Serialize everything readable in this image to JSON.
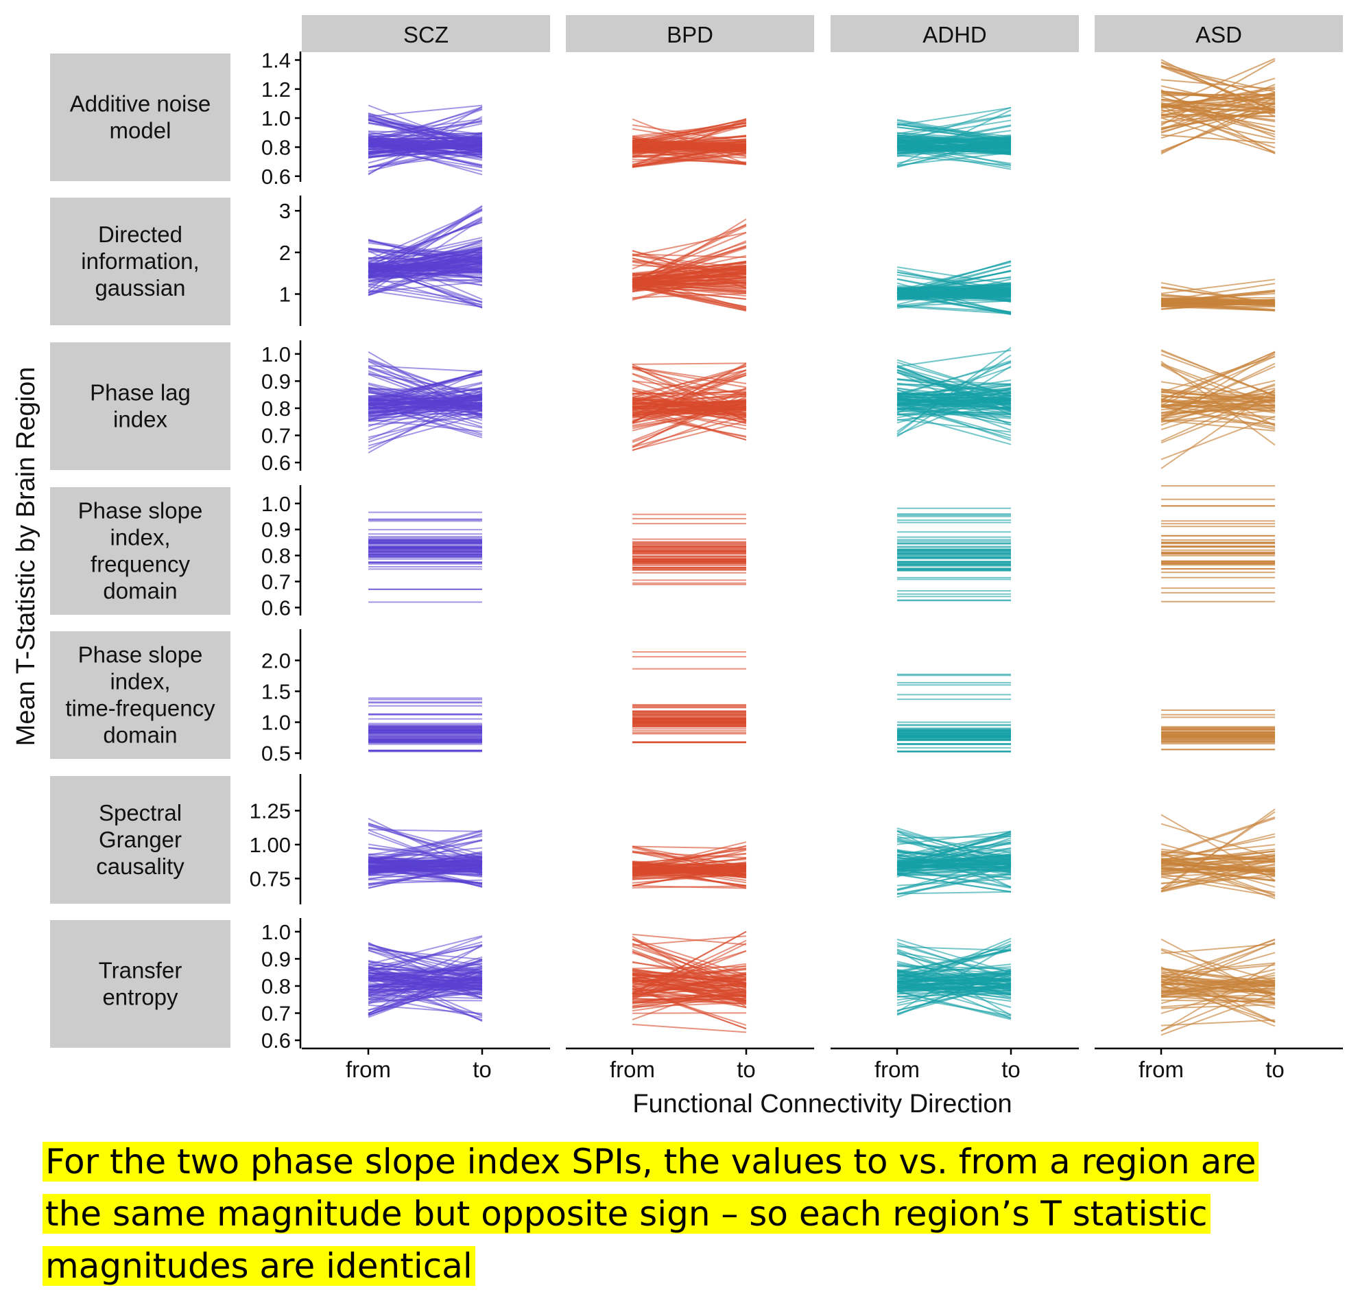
{
  "chart_data": {
    "type": "line",
    "ylabel": "Mean T-Statistic by Brain Region",
    "xlabel": "Functional Connectivity Direction",
    "x_categories": [
      "from",
      "to"
    ],
    "columns": [
      {
        "label": "SCZ",
        "color": "#5a3fd2"
      },
      {
        "label": "BPD",
        "color": "#d94a2b"
      },
      {
        "label": "ADHD",
        "color": "#15a0a6"
      },
      {
        "label": "ASD",
        "color": "#c8823a"
      }
    ],
    "rows": [
      {
        "label": [
          "Additive noise",
          "model"
        ],
        "mode": "cross",
        "ylim": [
          0.58,
          1.44
        ],
        "ticks": [
          0.6,
          0.8,
          1.0,
          1.2,
          1.4
        ],
        "tick_labels": [
          "0.6",
          "0.8",
          "1.0",
          "1.2",
          "1.4"
        ],
        "panels": [
          {
            "from_range": [
              0.61,
              1.1
            ],
            "to_range": [
              0.61,
              1.09
            ],
            "from_core": [
              0.68,
              0.95
            ],
            "to_core": [
              0.68,
              0.95
            ],
            "n": 120,
            "opacity": 0.55
          },
          {
            "from_range": [
              0.66,
              1.03
            ],
            "to_range": [
              0.68,
              1.0
            ],
            "from_core": [
              0.7,
              0.92
            ],
            "to_core": [
              0.7,
              0.92
            ],
            "n": 100,
            "opacity": 0.6
          },
          {
            "from_range": [
              0.66,
              0.99
            ],
            "to_range": [
              0.64,
              1.08
            ],
            "from_core": [
              0.7,
              0.93
            ],
            "to_core": [
              0.7,
              0.93
            ],
            "n": 100,
            "opacity": 0.6
          },
          {
            "from_range": [
              0.75,
              1.41
            ],
            "to_range": [
              0.75,
              1.41
            ],
            "from_core": [
              0.8,
              1.35
            ],
            "to_core": [
              0.8,
              1.35
            ],
            "n": 60,
            "opacity": 0.7
          }
        ]
      },
      {
        "label": [
          "Directed",
          "information,",
          "gaussian"
        ],
        "mode": "cross",
        "ylim": [
          0.3,
          3.3
        ],
        "ticks": [
          1,
          2,
          3
        ],
        "tick_labels": [
          "1",
          "2",
          "3"
        ],
        "panels": [
          {
            "from_range": [
              0.95,
              2.35
            ],
            "to_range": [
              0.65,
              3.18
            ],
            "from_core": [
              1.1,
              2.0
            ],
            "to_core": [
              0.9,
              2.6
            ],
            "n": 120,
            "opacity": 0.55
          },
          {
            "from_range": [
              0.85,
              2.05
            ],
            "to_range": [
              0.55,
              2.98
            ],
            "from_core": [
              0.95,
              1.6
            ],
            "to_core": [
              0.7,
              2.1
            ],
            "n": 100,
            "opacity": 0.6
          },
          {
            "from_range": [
              0.65,
              1.65
            ],
            "to_range": [
              0.5,
              1.82
            ],
            "from_core": [
              0.75,
              1.25
            ],
            "to_core": [
              0.6,
              1.5
            ],
            "n": 100,
            "opacity": 0.6
          },
          {
            "from_range": [
              0.62,
              1.38
            ],
            "to_range": [
              0.6,
              1.38
            ],
            "from_core": [
              0.65,
              0.95
            ],
            "to_core": [
              0.65,
              0.95
            ],
            "n": 70,
            "opacity": 0.65
          }
        ]
      },
      {
        "label": [
          "Phase lag",
          "index"
        ],
        "mode": "cross",
        "ylim": [
          0.58,
          1.04
        ],
        "ticks": [
          0.6,
          0.7,
          0.8,
          0.9,
          1.0
        ],
        "tick_labels": [
          "0.6",
          "0.7",
          "0.8",
          "0.9",
          "1.0"
        ],
        "panels": [
          {
            "from_range": [
              0.63,
              1.01
            ],
            "to_range": [
              0.69,
              0.94
            ],
            "from_core": [
              0.7,
              0.92
            ],
            "to_core": [
              0.72,
              0.92
            ],
            "n": 110,
            "opacity": 0.55
          },
          {
            "from_range": [
              0.62,
              0.97
            ],
            "to_range": [
              0.68,
              0.97
            ],
            "from_core": [
              0.7,
              0.9
            ],
            "to_core": [
              0.7,
              0.92
            ],
            "n": 100,
            "opacity": 0.6
          },
          {
            "from_range": [
              0.67,
              1.0
            ],
            "to_range": [
              0.66,
              1.03
            ],
            "from_core": [
              0.72,
              0.93
            ],
            "to_core": [
              0.7,
              0.95
            ],
            "n": 100,
            "opacity": 0.6
          },
          {
            "from_range": [
              0.56,
              1.05
            ],
            "to_range": [
              0.64,
              1.01
            ],
            "from_core": [
              0.68,
              0.95
            ],
            "to_core": [
              0.68,
              0.95
            ],
            "n": 60,
            "opacity": 0.65
          }
        ]
      },
      {
        "label": [
          "Phase slope",
          "index,",
          "frequency",
          "domain"
        ],
        "mode": "flat",
        "ylim": [
          0.58,
          1.06
        ],
        "ticks": [
          0.6,
          0.7,
          0.8,
          0.9,
          1.0
        ],
        "tick_labels": [
          "0.6",
          "0.7",
          "0.8",
          "0.9",
          "1.0"
        ],
        "panels": [
          {
            "range": [
              0.62,
              1.03
            ],
            "core": [
              0.73,
              0.92
            ],
            "n": 70,
            "opacity": 0.55
          },
          {
            "range": [
              0.68,
              1.02
            ],
            "core": [
              0.7,
              0.9
            ],
            "n": 60,
            "opacity": 0.6
          },
          {
            "range": [
              0.61,
              0.99
            ],
            "core": [
              0.67,
              0.92
            ],
            "n": 60,
            "opacity": 0.6
          },
          {
            "range": [
              0.62,
              1.07
            ],
            "core": [
              0.68,
              0.98
            ],
            "n": 40,
            "opacity": 0.7
          }
        ]
      },
      {
        "label": [
          "Phase slope",
          "index,",
          "time-frequency",
          "domain"
        ],
        "mode": "flat",
        "ylim": [
          0.44,
          2.46
        ],
        "ticks": [
          0.5,
          1.0,
          1.5,
          2.0
        ],
        "tick_labels": [
          "0.5",
          "1.0",
          "1.5",
          "2.0"
        ],
        "panels": [
          {
            "range": [
              0.52,
              1.47
            ],
            "core": [
              0.55,
              1.1
            ],
            "n": 70,
            "opacity": 0.55
          },
          {
            "range": [
              0.67,
              2.32
            ],
            "core": [
              0.68,
              1.4
            ],
            "n": 60,
            "opacity": 0.6
          },
          {
            "range": [
              0.52,
              1.78
            ],
            "core": [
              0.55,
              1.0
            ],
            "n": 60,
            "opacity": 0.6
          },
          {
            "range": [
              0.55,
              1.42
            ],
            "core": [
              0.58,
              1.0
            ],
            "n": 40,
            "opacity": 0.7
          }
        ]
      },
      {
        "label": [
          "Spectral",
          "Granger",
          "causality"
        ],
        "mode": "cross",
        "ylim": [
          0.58,
          1.5
        ],
        "ticks": [
          0.75,
          1.0,
          1.25
        ],
        "tick_labels": [
          "0.75",
          "1.00",
          "1.25"
        ],
        "panels": [
          {
            "from_range": [
              0.67,
              1.21
            ],
            "to_range": [
              0.68,
              1.14
            ],
            "from_core": [
              0.72,
              0.97
            ],
            "to_core": [
              0.72,
              0.97
            ],
            "n": 110,
            "opacity": 0.55
          },
          {
            "from_range": [
              0.68,
              0.99
            ],
            "to_range": [
              0.67,
              1.02
            ],
            "from_core": [
              0.7,
              0.93
            ],
            "to_core": [
              0.7,
              0.93
            ],
            "n": 100,
            "opacity": 0.6
          },
          {
            "from_range": [
              0.6,
              1.13
            ],
            "to_range": [
              0.65,
              1.1
            ],
            "from_core": [
              0.7,
              1.0
            ],
            "to_core": [
              0.7,
              1.0
            ],
            "n": 100,
            "opacity": 0.6
          },
          {
            "from_range": [
              0.65,
              1.44
            ],
            "to_range": [
              0.6,
              1.27
            ],
            "from_core": [
              0.68,
              1.05
            ],
            "to_core": [
              0.65,
              1.05
            ],
            "n": 60,
            "opacity": 0.65
          }
        ]
      },
      {
        "label": [
          "Transfer",
          "entropy"
        ],
        "mode": "cross",
        "ylim": [
          0.58,
          1.04
        ],
        "ticks": [
          0.6,
          0.7,
          0.8,
          0.9,
          1.0
        ],
        "tick_labels": [
          "0.6",
          "0.7",
          "0.8",
          "0.9",
          "1.0"
        ],
        "panels": [
          {
            "from_range": [
              0.68,
              0.96
            ],
            "to_range": [
              0.66,
              0.99
            ],
            "from_core": [
              0.7,
              0.93
            ],
            "to_core": [
              0.7,
              0.93
            ],
            "n": 110,
            "opacity": 0.55
          },
          {
            "from_range": [
              0.63,
              1.0
            ],
            "to_range": [
              0.62,
              1.03
            ],
            "from_core": [
              0.68,
              0.92
            ],
            "to_core": [
              0.68,
              0.92
            ],
            "n": 100,
            "opacity": 0.6
          },
          {
            "from_range": [
              0.69,
              0.98
            ],
            "to_range": [
              0.67,
              0.98
            ],
            "from_core": [
              0.71,
              0.92
            ],
            "to_core": [
              0.7,
              0.92
            ],
            "n": 100,
            "opacity": 0.6
          },
          {
            "from_range": [
              0.61,
              0.98
            ],
            "to_range": [
              0.65,
              0.98
            ],
            "from_core": [
              0.68,
              0.92
            ],
            "to_core": [
              0.68,
              0.92
            ],
            "n": 60,
            "opacity": 0.65
          }
        ]
      }
    ]
  },
  "caption": {
    "lines": [
      "For the two phase slope index SPIs, the values to vs. from a region are",
      "the same magnitude but opposite sign – so each region’s T statistic",
      "magnitudes are identical"
    ]
  }
}
